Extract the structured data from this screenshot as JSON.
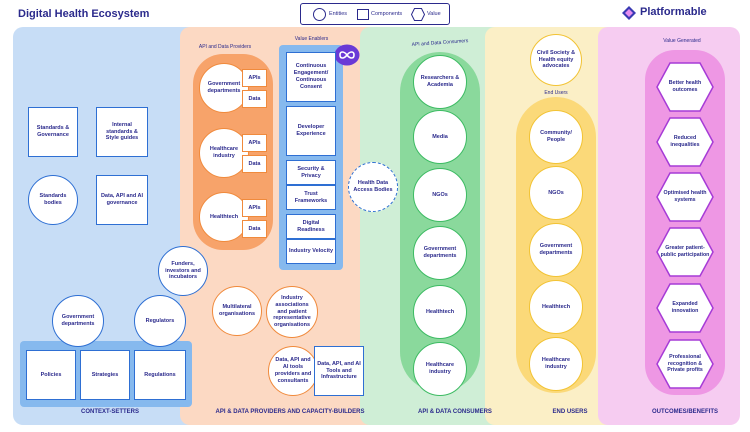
{
  "header": {
    "title": "Digital Health Ecosystem",
    "brand": "Platformable"
  },
  "legend": {
    "entities": "Entities",
    "components": "Components",
    "value": "Value"
  },
  "sections": {
    "context_setters": "CONTEXT-SETTERS",
    "api_providers": "API & DATA PROVIDERS AND CAPACITY-BUILDERS",
    "api_consumers": "API & DATA CONSUMERS",
    "end_users": "END USERS",
    "outcomes": "OUTCOMES/BENEFITS"
  },
  "sub_labels": {
    "api_data_providers": "API and Data Providers",
    "value_enablers": "Value Enablers",
    "api_data_consumers": "API and Data Consumers",
    "end_users": "End Users",
    "value_generated": "Value Generated"
  },
  "context": {
    "standards_governance": "Standards & Governance",
    "internal_standards": "Internal standards & Style guides",
    "standards_bodies": "Standards bodies",
    "data_api_governance": "Data, API and AI governance",
    "funders": "Funders, investors and incubators",
    "government_departments": "Government departments",
    "regulators": "Regulators",
    "policies": "Policies",
    "strategies": "Strategies",
    "regulations": "Regulations"
  },
  "providers": {
    "gov_departments": "Government departments",
    "healthcare_industry": "Healthcare industry",
    "healthtech": "Healthtech",
    "apis": "APIs",
    "data": "Data",
    "multilateral": "Multilateral organisations",
    "industry_associations": "Industry associations and patient representative organisations",
    "ai_tools_providers": "Data, API and AI tools providers and consultants",
    "ai_tools_infra": "Data, API, and AI Tools and Infrastructure"
  },
  "enablers": {
    "continuous": "Continuous Engagement/ Continuous Consent",
    "developer_experience": "Developer Experience",
    "security_privacy": "Security & Privacy",
    "trust_frameworks": "Trust Frameworks",
    "digital_readiness": "Digital Readiness",
    "industry_velocity": "Industry Velocity",
    "health_data_access": "Health Data Access Bodies"
  },
  "consumers": {
    "researchers": "Researchers & Academia",
    "media": "Media",
    "ngos": "NGOs",
    "government": "Government departments",
    "healthtech": "Healthtech",
    "healthcare": "Healthcare industry"
  },
  "end_users": {
    "civil_society": "Civil Society & Health equity advocates",
    "community": "Community/ People",
    "ngos": "NGOs",
    "government": "Government departments",
    "healthtech": "Healthtech",
    "healthcare": "Healthcare industry"
  },
  "outcomes": {
    "better_health": "Better health outcomes",
    "reduced_inequalities": "Reduced inequalities",
    "optimised": "Optimised health systems",
    "greater_participation": "Greater patient-public participation",
    "expanded_innovation": "Expanded innovation",
    "professional_recognition": "Professional recognition & Private profits"
  }
}
